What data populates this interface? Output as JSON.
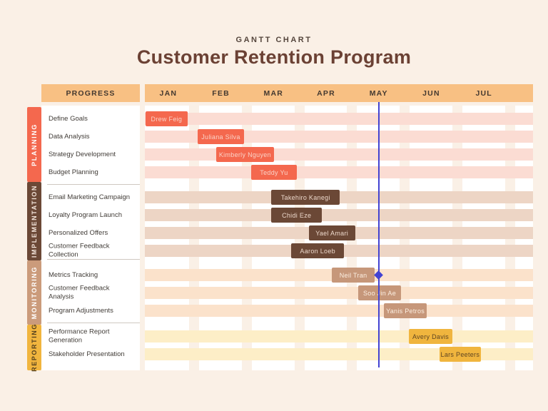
{
  "header": {
    "kicker": "GANTT CHART",
    "title": "Customer Retention Program"
  },
  "table": {
    "progress_header": "PROGRESS"
  },
  "palette": {
    "page_background": "#faf0e6",
    "panel_background": "#ffffff",
    "header_band": "#f8c083",
    "title_color": "#6b4134",
    "marker_color": "#4343d2"
  },
  "chart_data": {
    "type": "gantt",
    "title": "Customer Retention Program",
    "subtitle": "GANTT CHART",
    "months": [
      "JAN",
      "FEB",
      "MAR",
      "APR",
      "MAY",
      "JUN",
      "JUL"
    ],
    "x_axis_note": "month units, 1.0 = start of JAN, 7.45 = mid JUL",
    "marker": {
      "month": 5.51,
      "color": "#4343d2",
      "shape": "vertical-line-with-diamond",
      "diamond_on_task": "Metrics Tracking"
    },
    "sections": [
      {
        "name": "PLANNING",
        "colors": {
          "group_bg": "#f4684e",
          "group_text": "#ffffff",
          "bar": "#f4684e",
          "bar_text": "#fad2c7",
          "track": "#fbdcd3"
        },
        "tasks": [
          {
            "task": "Define Goals",
            "assignee": "Drew Feig",
            "start": 1.08,
            "end": 1.88
          },
          {
            "task": "Data Analysis",
            "assignee": "Juliana Silva",
            "start": 2.07,
            "end": 2.95
          },
          {
            "task": "Strategy Development",
            "assignee": "Kimberly Nguyen",
            "start": 2.42,
            "end": 3.52
          },
          {
            "task": "Budget Planning",
            "assignee": "Teddy Yu",
            "start": 3.09,
            "end": 3.95
          }
        ]
      },
      {
        "name": "IMPLEMENTATION",
        "colors": {
          "group_bg": "#6b4836",
          "group_text": "#f3e4da",
          "bar": "#6b4836",
          "bar_text": "#ecd8cb",
          "track": "#edd5c5"
        },
        "tasks": [
          {
            "task": "Email Marketing Campaign",
            "assignee": "Takehiro Kanegi",
            "start": 3.47,
            "end": 4.77
          },
          {
            "task": "Loyalty Program Launch",
            "assignee": "Chidi Eze",
            "start": 3.47,
            "end": 4.43
          },
          {
            "task": "Personalized Offers",
            "assignee": "Yael Amari",
            "start": 4.18,
            "end": 5.06
          },
          {
            "task": "Customer Feedback Collection",
            "assignee": "Aaron Loeb",
            "start": 3.85,
            "end": 4.85
          }
        ]
      },
      {
        "name": "MONITORING",
        "colors": {
          "group_bg": "#cb9b7b",
          "group_text": "#ffffff",
          "bar": "#c6977a",
          "bar_text": "#fcefe2",
          "track": "#fbe2cb"
        },
        "tasks": [
          {
            "task": "Metrics Tracking",
            "assignee": "Neil Tran",
            "start": 4.62,
            "end": 5.43,
            "milestone_at_end": true
          },
          {
            "task": "Customer Feedback Analysis",
            "assignee": "Soo Jin Ae",
            "start": 5.12,
            "end": 5.93
          },
          {
            "task": "Program Adjustments",
            "assignee": "Yanis Petros",
            "start": 5.61,
            "end": 6.42
          }
        ]
      },
      {
        "name": "REPORTING",
        "colors": {
          "group_bg": "#f1b53e",
          "group_text": "#54401e",
          "bar": "#f0b53e",
          "bar_text": "#5f4522",
          "track": "#fdeec7"
        },
        "tasks": [
          {
            "task": "Performance Report Generation",
            "assignee": "Avery Davis",
            "start": 6.08,
            "end": 6.91
          },
          {
            "task": "Stakeholder Presentation",
            "assignee": "Lars Peeters",
            "start": 6.66,
            "end": 7.45
          }
        ]
      }
    ]
  }
}
